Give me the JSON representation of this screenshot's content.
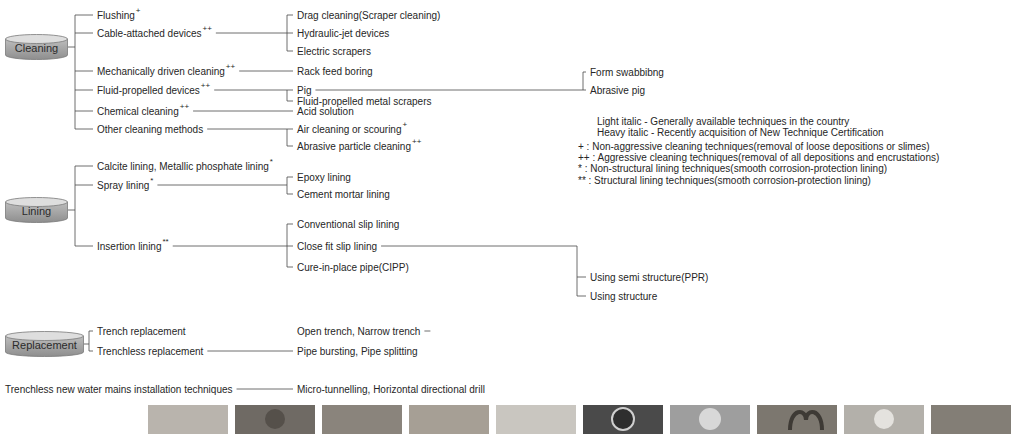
{
  "diagram": {
    "nodes": [
      {
        "text": [
          "Cleaning"
        ]
      },
      {
        "text": [
          "Lining"
        ]
      },
      {
        "text": [
          "Replacement"
        ]
      }
    ],
    "labels": [
      "Flushing",
      "+",
      "Cable-attached devices",
      "++",
      "Mechanically driven cleaning",
      "++",
      "Fluid-propelled devices",
      "++",
      "Chemical cleaning",
      "++",
      "Other cleaning methods",
      "Drag cleaning(Scraper cleaning)",
      "Hydraulic-jet devices",
      "Electric scrapers",
      "Rack feed boring",
      "Pig",
      "Fluid-propelled metal scrapers",
      "Acid solution",
      "Air cleaning or scouring",
      "+",
      "Abrasive particle cleaning",
      "++",
      "Form swabbibng",
      "Abrasive pig",
      "Light italic - Generally available techniques in the country",
      "Heavy italic - Recently acquisition of New Technique Certification",
      "+ : Non-aggressive cleaning techniques(removal of loose depositions or slimes)",
      "++ : Aggressive cleaning techniques(removal of all depositions and encrustations)",
      "* : Non-structural lining techniques(smooth corrosion-protection lining)",
      "** : Structural lining techniques(smooth corrosion-protection lining)",
      "Calcite lining, Metallic phosphate lining",
      "*",
      "Spray lining",
      "*",
      "Epoxy lining",
      "Cement mortar lining",
      "Insertion lining",
      "**",
      "Conventional slip lining",
      "Close fit slip lining",
      "Cure-in-place pipe(CIPP)",
      "Using semi structure(PPR)",
      "Using structure",
      "Trench replacement",
      "Open trench, Narrow trench",
      "Trenchless replacement",
      "Pipe bursting, Pipe splitting",
      "Trenchless new water mains installation techniques",
      "Micro-tunnelling, Horizontal directional drill"
    ]
  }
}
